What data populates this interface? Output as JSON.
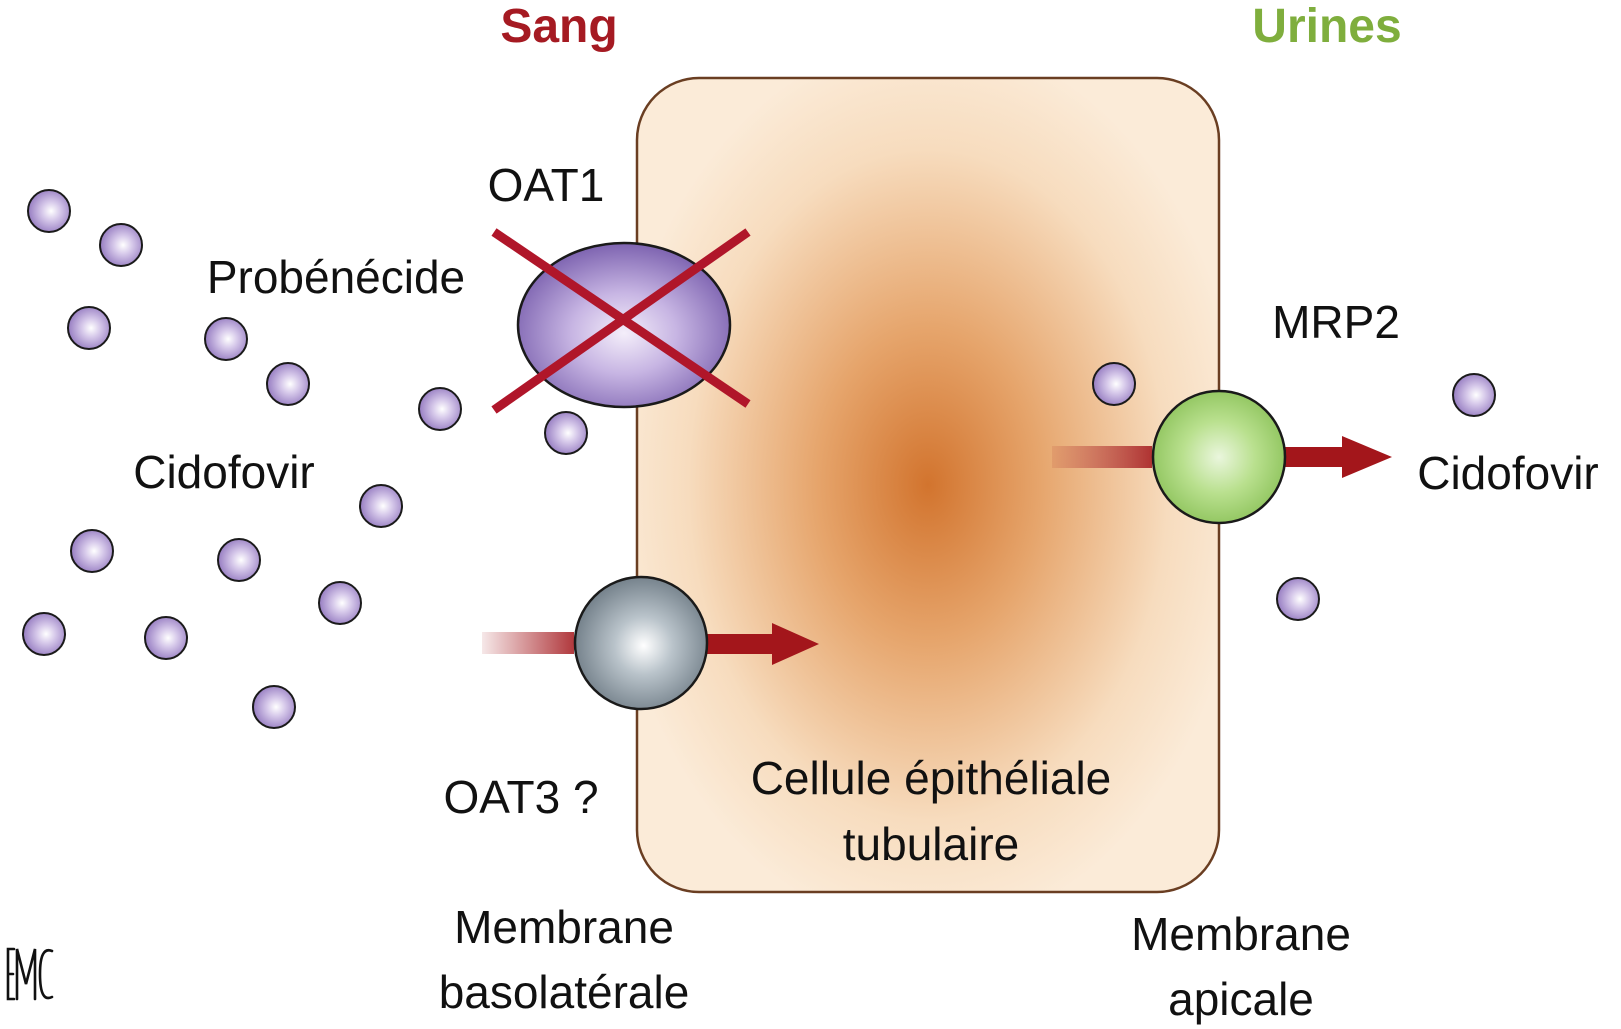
{
  "header": {
    "blood_label": "Sang",
    "urine_label": "Urines"
  },
  "transporters": {
    "oat1": "OAT1",
    "oat3": "OAT3 ?",
    "mrp2": "MRP2"
  },
  "drugs": {
    "inhibitor": "Probénécide",
    "blood_drug": "Cidofovir",
    "urine_drug": "Cidofovir"
  },
  "cell": {
    "line1": "Cellule épithéliale",
    "line2": "tubulaire"
  },
  "membranes": {
    "basolateral_line1": "Membrane",
    "basolateral_line2": "basolatérale",
    "apical_line1": "Membrane",
    "apical_line2": "apicale"
  },
  "logo_text": "EMC",
  "colors": {
    "blood": "#A51A22",
    "urine": "#7FAE3D",
    "arrow": "#A3161B",
    "inhibition_cross": "#B0162A",
    "cell_fill_center": "#D98A3E",
    "cell_fill_edge": "#FBEBD8",
    "cell_border": "#7A4A2E",
    "molecule": "#9C85C2",
    "oat1": "#A48FD0",
    "oat3": "#8F9AA3",
    "mrp2": "#A8D57A"
  },
  "icons": {
    "molecule": "molecule-dot-icon",
    "inhibition": "cross-icon",
    "transport": "arrow-right-icon"
  }
}
